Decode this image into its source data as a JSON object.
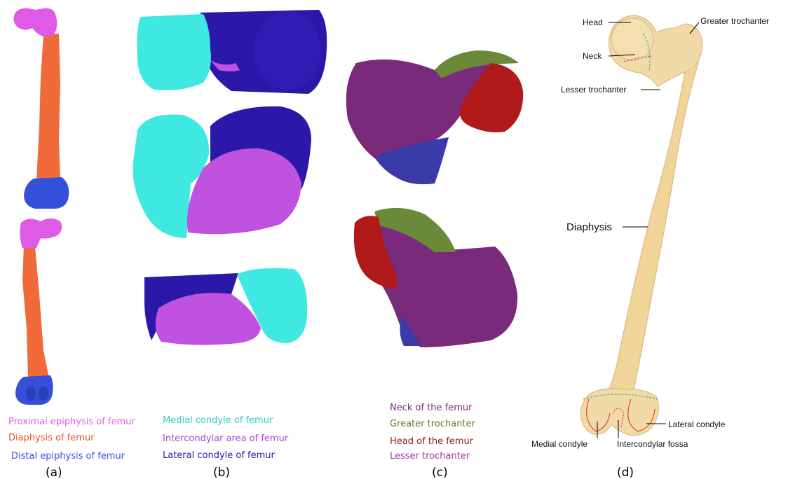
{
  "colors": {
    "proximal_epiphysis": "#e05ae8",
    "diaphysis": "#f06a3a",
    "distal_epiphysis": "#3550d8",
    "medial_condyle": "#3fe8e0",
    "intercondylar_area": "#c052e0",
    "lateral_condyle": "#2c18a8",
    "neck": "#7a2a7a",
    "greater_trochanter": "#6a8a3a",
    "head": "#b01a1a",
    "lesser_trochanter": "#3a3aa8",
    "bone": "#f2d9a8"
  },
  "panel_a": {
    "caption": "(a)",
    "legend": [
      {
        "text": "Proximal epiphysis of femur",
        "color": "#e05ae8"
      },
      {
        "text": "Diaphysis of femur",
        "color": "#e0582e"
      },
      {
        "text": "Distal epiphysis of femur",
        "color": "#3550d8"
      }
    ]
  },
  "panel_b": {
    "caption": "(b)",
    "legend": [
      {
        "text": "Medial condyle of femur",
        "color": "#2ad0d0"
      },
      {
        "text": "Intercondylar area of femur",
        "color": "#b040d0"
      },
      {
        "text": "Lateral condyle of femur",
        "color": "#2c18a8"
      }
    ]
  },
  "panel_c": {
    "caption": "(c)",
    "legend": [
      {
        "text": "Neck of the femur",
        "color": "#7a2a7a"
      },
      {
        "text": "Greater trochanter",
        "color": "#5a7a2a"
      },
      {
        "text": "Head of the femur",
        "color": "#a01818"
      },
      {
        "text": "Lesser trochanter",
        "color": "#a03aa0"
      }
    ]
  },
  "panel_d": {
    "caption": "(d)",
    "labels": {
      "head": "Head",
      "greater_trochanter": "Greater trochanter",
      "neck": "Neck",
      "lesser_trochanter": "Lesser trochanter",
      "diaphysis": "Diaphysis",
      "lateral_condyle": "Lateral condyle",
      "medial_condyle": "Medial condyle",
      "intercondylar_fossa": "Intercondylar fossa"
    }
  }
}
